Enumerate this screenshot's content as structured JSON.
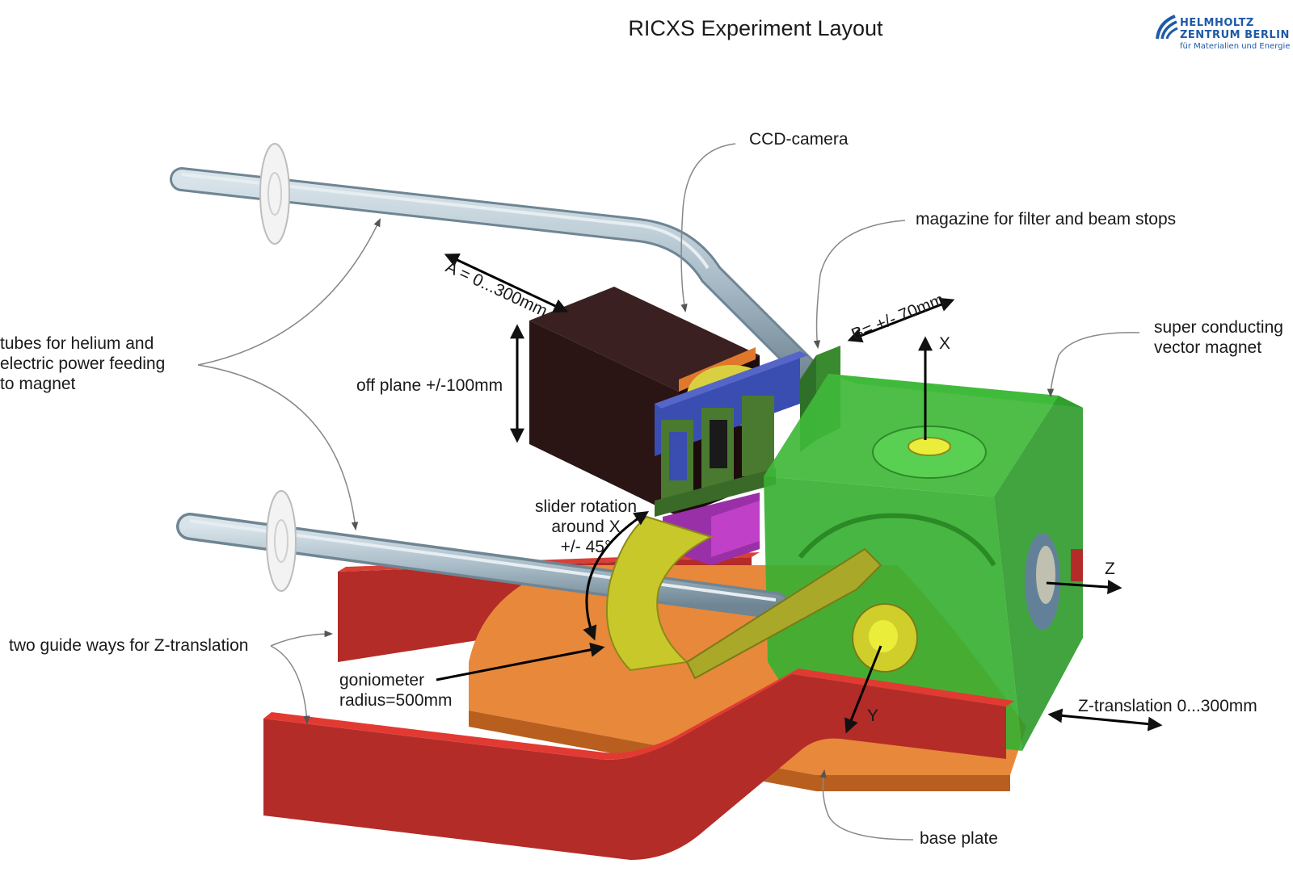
{
  "title": "RICXS Experiment Layout",
  "logo": {
    "line1": "HELMHOLTZ",
    "line2": "ZENTRUM BERLIN",
    "line3": "für Materialien und Energie"
  },
  "labels": {
    "ccd_camera": "CCD-camera",
    "magazine": "magazine for filter and beam stops",
    "magnet_line1": "super conducting",
    "magnet_line2": "vector magnet",
    "tubes_line1": "tubes for helium and",
    "tubes_line2": "electric power feeding",
    "tubes_line3": "to magnet",
    "off_plane": "off plane +/-100mm",
    "a_range": "A = 0...300mm",
    "b_range": "B= +/- 70mm",
    "slider_line1": "slider rotation",
    "slider_line2": "around X",
    "slider_line3": "+/- 45°",
    "guide_ways": "two guide ways for Z-translation",
    "goniometer_line1": "goniometer",
    "goniometer_line2": "radius=500mm",
    "z_translation": "Z-translation 0...300mm",
    "base_plate": "base plate",
    "axis_x": "X",
    "axis_y": "Y",
    "axis_z": "Z"
  },
  "colors": {
    "tube": "#a9bcc8",
    "camera": "#2a1414",
    "guide_rail": "#b32c28",
    "base_plate": "#e8883a",
    "magnet": "#3fb83a",
    "goniometer": "#c9c82a",
    "slider_frame": "#3a4db0",
    "logo": "#1f5aa8"
  }
}
